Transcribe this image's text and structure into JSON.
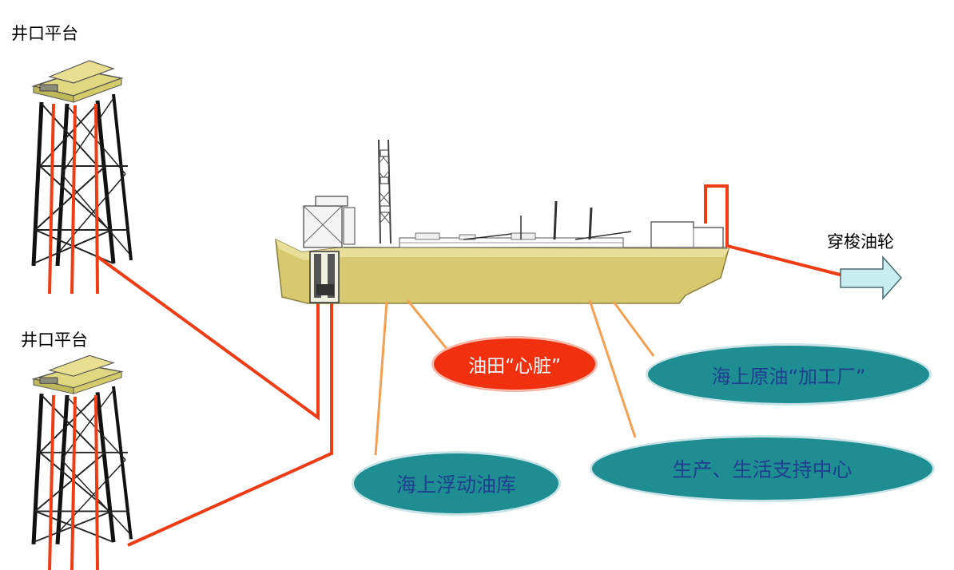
{
  "labels": {
    "platform_top": "井口平台",
    "platform_bottom": "井口平台",
    "shuttle_tanker": "穿梭油轮"
  },
  "callouts": {
    "heart": "油田“心脏”",
    "processing_plant": "海上原油“加工厂”",
    "support_center": "生产、生活支持中心",
    "floating_storage": "海上浮动油库"
  },
  "colors": {
    "pipeline": "#f03c14",
    "leader_line": "#f5a050",
    "hull": "#d8c870",
    "deck": "#e0d880",
    "teal_bubble": "#1e8e93",
    "red_bubble": "#f0300f",
    "arrow_fill": "#c8ecf0"
  },
  "icons": {
    "platform": "jacket-platform-icon",
    "vessel": "fpso-vessel-icon",
    "arrow": "export-arrow-icon"
  }
}
